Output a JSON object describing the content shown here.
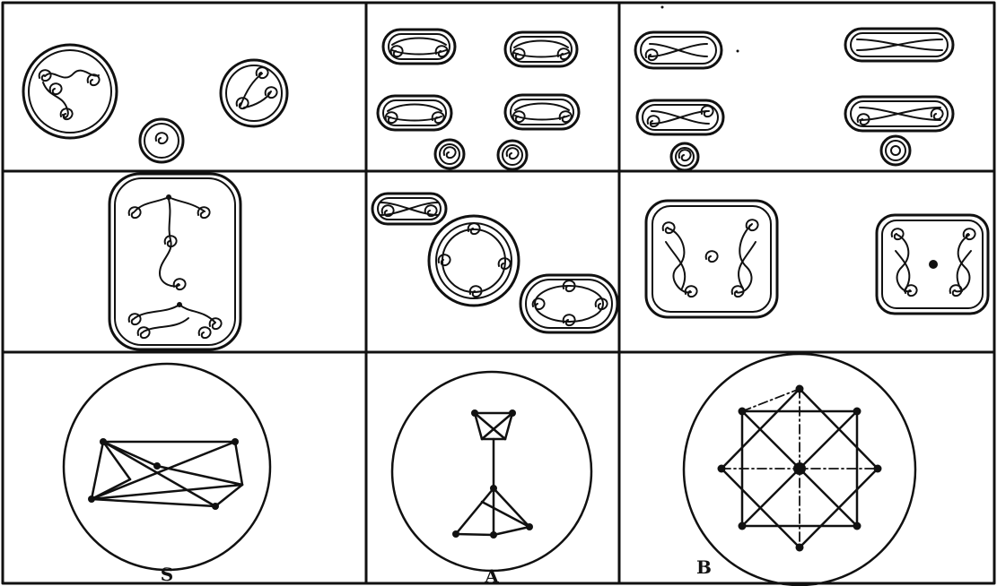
{
  "figure": {
    "panel_labels": {
      "s": "S",
      "a": "A",
      "b": "B"
    }
  }
}
